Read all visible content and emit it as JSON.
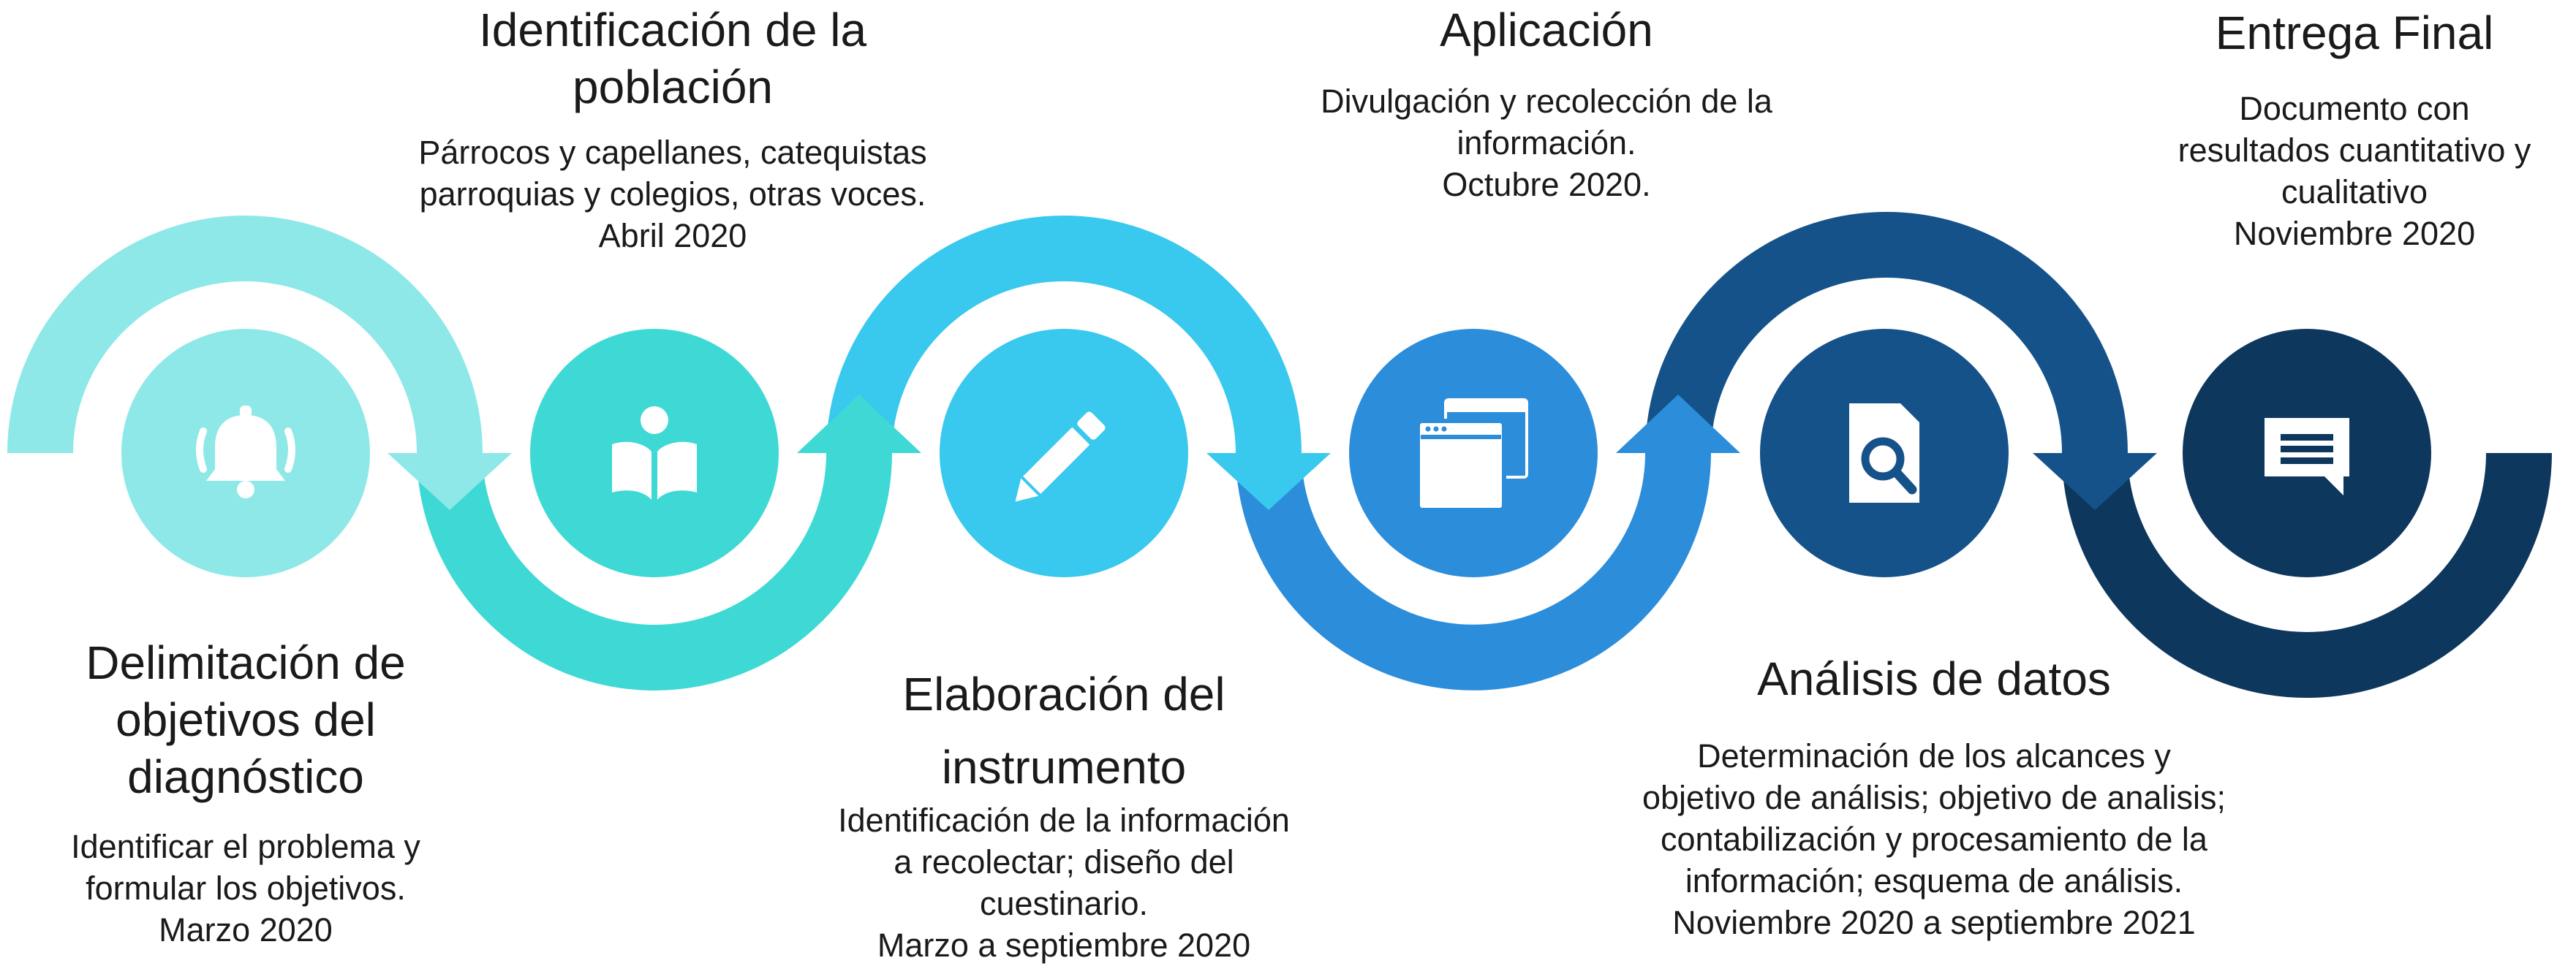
{
  "colors": {
    "step1": "#8ee8e8",
    "step2": "#3ed9d5",
    "step3": "#39c8ee",
    "step4": "#2c8ddb",
    "step5": "#16528a",
    "step6": "#0e375d",
    "icon": "#ffffff",
    "text": "#1a1a1a",
    "background": "#ffffff"
  },
  "steps": [
    {
      "icon": "bell-icon",
      "title": "Delimitación de\nobjetivos del\ndiagnóstico",
      "description": "Identificar el problema y\nformular  los objetivos.\nMarzo 2020"
    },
    {
      "icon": "open-book-reader-icon",
      "title": "Identificación de la\npoblación",
      "description": "Párrocos y capellanes, catequistas\nparroquias y colegios, otras voces.\nAbril 2020"
    },
    {
      "icon": "pencil-icon",
      "title": "Elaboración del\ninstrumento",
      "description": "Identificación de la información\na recolectar; diseño del\ncuestinario.\nMarzo a septiembre 2020"
    },
    {
      "icon": "browser-windows-icon",
      "title": "Aplicación",
      "description": "Divulgación y recolección de la\ninformación.\nOctubre 2020."
    },
    {
      "icon": "document-search-icon",
      "title": "Análisis de datos",
      "description": "Determinación de los alcances y\nobjetivo de análisis; objetivo de analisis;\ncontabilización y procesamiento de la\ninformación; esquema de análisis.\nNoviembre 2020 a septiembre 2021"
    },
    {
      "icon": "chat-message-icon",
      "title": "Entrega Final",
      "description": "Documento con\nresultados cuantitativo y\ncualitativo\nNoviembre 2020"
    }
  ]
}
